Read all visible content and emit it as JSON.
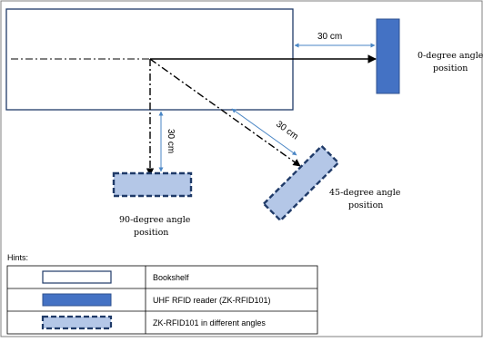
{
  "colors": {
    "stroke": "#1f3a68",
    "reader_fill": "#4472c4",
    "reader_stroke": "#2f528f",
    "tag_fill": "#b4c7e7",
    "tag_stroke": "#1f3a68",
    "line": "#000000",
    "dim_line": "#4a86c5",
    "frame": "#7f7f7f"
  },
  "labels": {
    "dist_0": "30 cm",
    "dist_90": "30 cm",
    "dist_45": "30 cm",
    "pos_0_line1": "0-degree angle",
    "pos_0_line2": "position",
    "pos_90_line1": "90-degree angle",
    "pos_90_line2": "position",
    "pos_45_line1": "45-degree angle",
    "pos_45_line2": "position"
  },
  "hints": {
    "title": "Hints:",
    "rows": [
      {
        "icon": "bookshelf-swatch",
        "label": "Bookshelf"
      },
      {
        "icon": "reader-swatch",
        "label": "UHF RFID reader (ZK-RFID101)"
      },
      {
        "icon": "tag-swatch",
        "label": "ZK-RFID101 in different angles"
      }
    ]
  }
}
